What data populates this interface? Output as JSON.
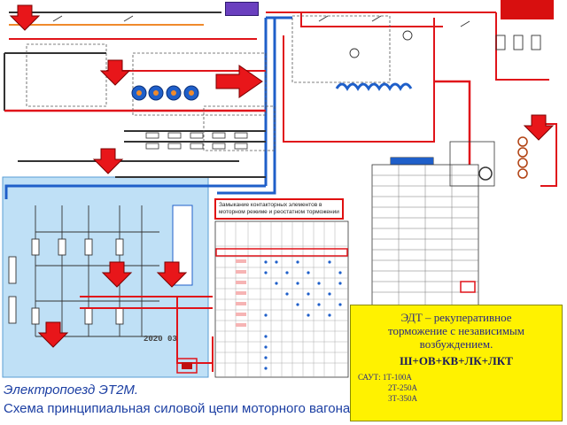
{
  "diagram": {
    "title_line1": "Электропоезд ЭТ2М.",
    "title_line2": "Схема принципиальная силовой цепи моторного вагона",
    "contact_table_title": "Замыкание контакторных элементов в моторном режиме и реостатном торможении",
    "date_mark": "2020 03",
    "info_box": {
      "line1": "ЭДТ – рекуперативное",
      "line2": "торможение с независимым",
      "line3": "возбуждением.",
      "formula": "Ш+ОВ+КВ+ЛК+ЛКТ",
      "saut_label": "САУТ:",
      "saut_values": [
        "1Т-100А",
        "2Т-250А",
        "3Т-350А"
      ]
    },
    "colors": {
      "wire_red": "#e0141a",
      "wire_blue": "#1f5fc9",
      "wire_orange": "#f08a2c",
      "arrow_red": "#e8161a",
      "fill_light_blue": "#bfe0f6",
      "info_yellow": "#fff200",
      "title_blue": "#1c3fa3"
    },
    "icons": [
      "arrow-down-icon",
      "arrow-right-icon",
      "motor-coil-icon",
      "resistor-icon",
      "switch-icon"
    ]
  }
}
